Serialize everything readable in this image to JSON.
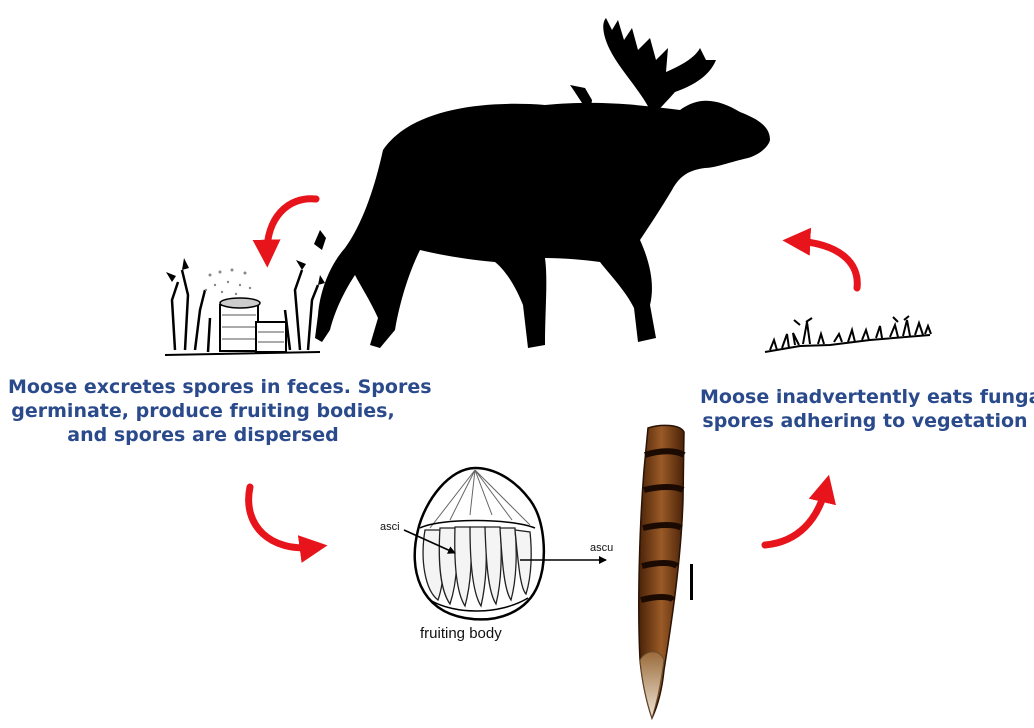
{
  "captions": {
    "left": [
      "Moose excretes spores in feces. Spores",
      "germinate, produce fruiting bodies,",
      "and spores are dispersed"
    ],
    "right": [
      "Moose inadvertently eats fungal",
      "spores adhering to vegetation"
    ]
  },
  "labels": {
    "asci": "asci",
    "ascu": "ascu",
    "fruiting_body": "fruiting body"
  },
  "colors": {
    "caption_text": "#2a4a8c",
    "cycle_arrow": "#e8141c",
    "silhouette": "#000000",
    "ascus_brown": "#7a3a12"
  }
}
